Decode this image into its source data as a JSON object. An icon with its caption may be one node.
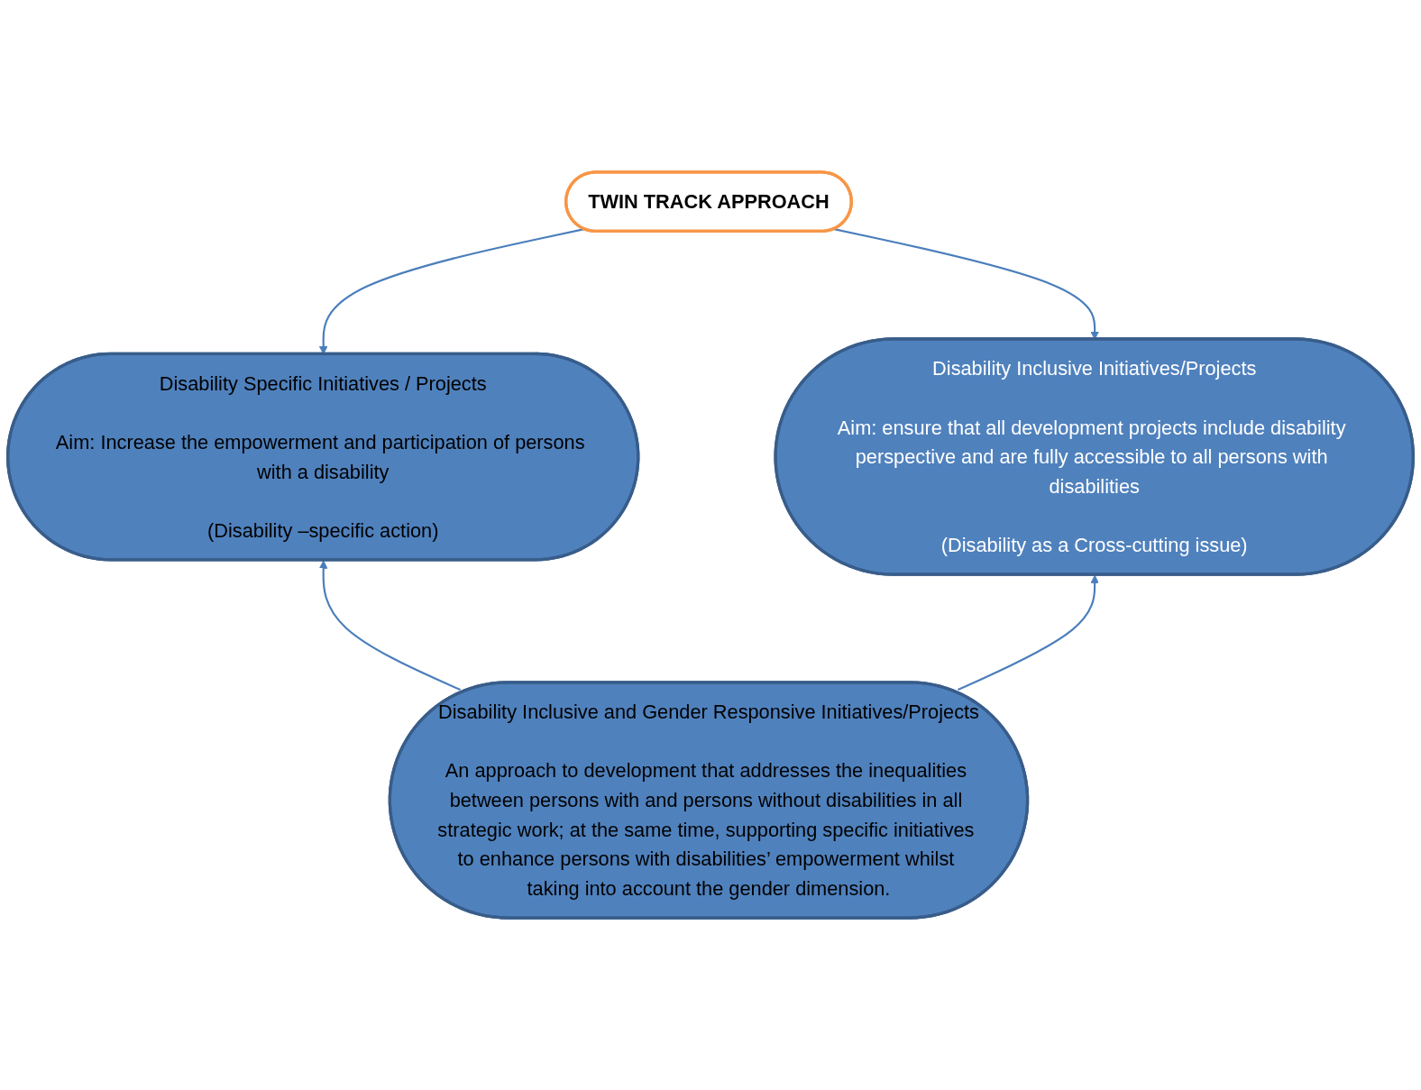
{
  "diagram": {
    "nodes": [
      {
        "text": [
          "TWIN TRACK APPROACH"
        ]
      },
      {
        "text": [
          "Disability Specific Initiatives / Projects",
          "Aim: Increase the empowerment and participation of persons with a disability",
          "(Disability –specific action)"
        ]
      },
      {
        "text": [
          "Disability Inclusive Initiatives/Projects",
          "Aim: ensure that all development projects include disability perspective and are fully accessible to all persons with disabilities",
          "(Disability as a Cross-cutting issue)"
        ]
      },
      {
        "text": [
          "Disability Inclusive and Gender Responsive Initiatives/Projects",
          "An approach to development that addresses the inequalities between persons with and persons without disabilities in all strategic work; at the same time, supporting specific initiatives to enhance persons with disabilities’ empowerment whilst taking into account the gender dimension."
        ]
      }
    ],
    "edges": [
      {
        "from": 0,
        "to": 1,
        "arrow": "to"
      },
      {
        "from": 0,
        "to": 2,
        "arrow": "to"
      },
      {
        "from": 3,
        "to": 1,
        "arrow": "to"
      },
      {
        "from": 3,
        "to": 2,
        "arrow": "to"
      }
    ]
  }
}
